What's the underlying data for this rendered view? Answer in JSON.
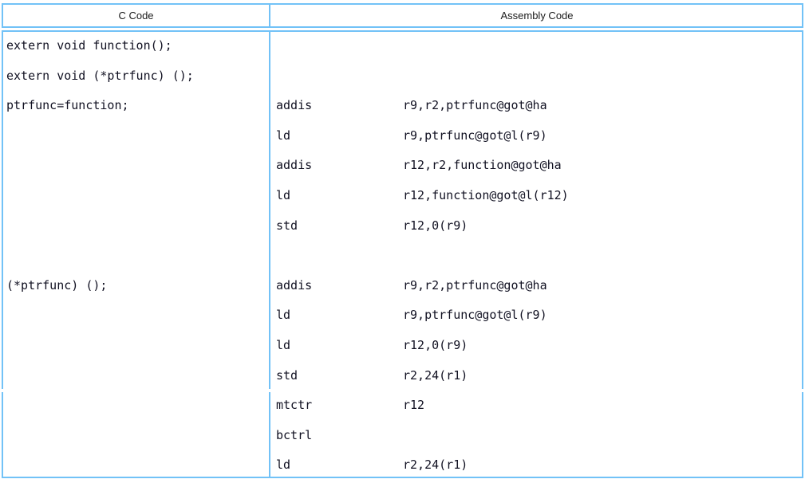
{
  "table": {
    "columns": [
      {
        "key": "c",
        "header": "C Code"
      },
      {
        "key": "asm",
        "header": "Assembly Code"
      }
    ],
    "border_color": "#72c2f7",
    "text_color": "#111122",
    "c_code_lines": [
      {
        "index": 0,
        "text": "extern void function();"
      },
      {
        "index": 1,
        "text": "extern void (*ptrfunc) ();"
      },
      {
        "index": 2,
        "text": "ptrfunc=function;"
      },
      {
        "index": 3,
        "text": ""
      },
      {
        "index": 4,
        "text": ""
      },
      {
        "index": 5,
        "text": ""
      },
      {
        "index": 6,
        "text": ""
      },
      {
        "index": 7,
        "text": ""
      },
      {
        "index": 8,
        "text": "(*ptrfunc) ();"
      },
      {
        "index": 9,
        "text": ""
      },
      {
        "index": 10,
        "text": ""
      },
      {
        "index": 11,
        "text": ""
      },
      {
        "index": 12,
        "text": ""
      },
      {
        "index": 13,
        "text": ""
      },
      {
        "index": 14,
        "text": ""
      }
    ],
    "assembly_lines": [
      {
        "index": 0,
        "mnemonic": "",
        "operand": ""
      },
      {
        "index": 1,
        "mnemonic": "",
        "operand": ""
      },
      {
        "index": 2,
        "mnemonic": "addis",
        "operand": "r9,r2,ptrfunc@got@ha"
      },
      {
        "index": 3,
        "mnemonic": "ld",
        "operand": "r9,ptrfunc@got@l(r9)"
      },
      {
        "index": 4,
        "mnemonic": "addis",
        "operand": "r12,r2,function@got@ha"
      },
      {
        "index": 5,
        "mnemonic": "ld",
        "operand": "r12,function@got@l(r12)"
      },
      {
        "index": 6,
        "mnemonic": "std",
        "operand": "r12,0(r9)"
      },
      {
        "index": 7,
        "mnemonic": "",
        "operand": ""
      },
      {
        "index": 8,
        "mnemonic": "addis",
        "operand": "r9,r2,ptrfunc@got@ha"
      },
      {
        "index": 9,
        "mnemonic": "ld",
        "operand": "r9,ptrfunc@got@l(r9)"
      },
      {
        "index": 10,
        "mnemonic": "ld",
        "operand": "r12,0(r9)"
      },
      {
        "index": 11,
        "mnemonic": "std",
        "operand": "r2,24(r1)"
      },
      {
        "index": 12,
        "mnemonic": "mtctr",
        "operand": "r12"
      },
      {
        "index": 13,
        "mnemonic": "bctrl",
        "operand": ""
      },
      {
        "index": 14,
        "mnemonic": "ld",
        "operand": "r2,24(r1)"
      }
    ]
  }
}
